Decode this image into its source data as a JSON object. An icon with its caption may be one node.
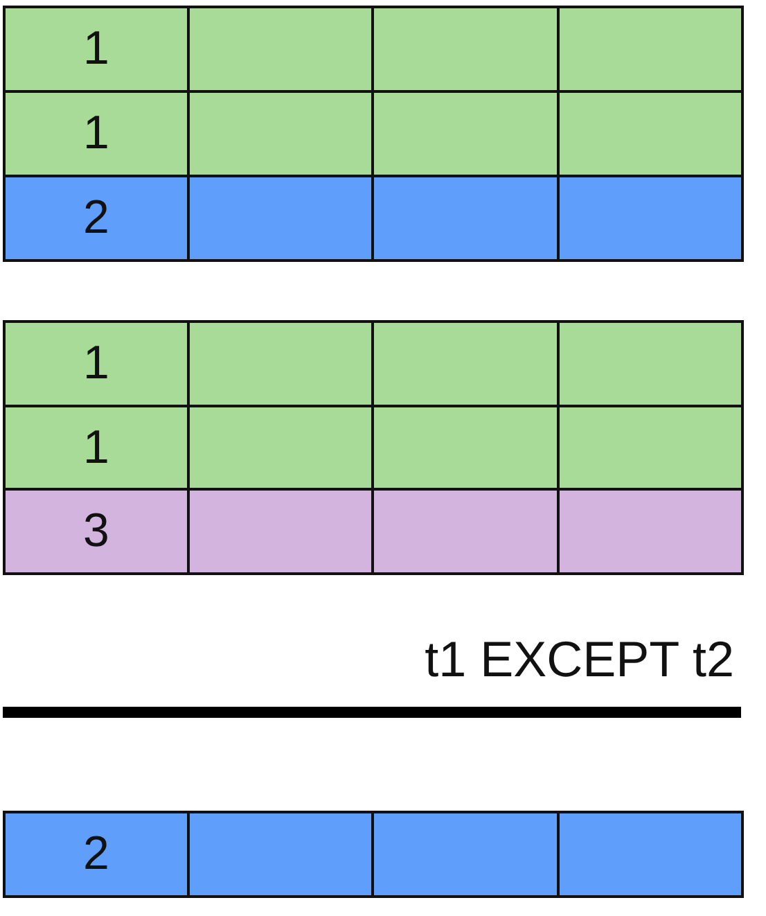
{
  "diagram": {
    "labels": [
      "1",
      "1",
      "2",
      "1",
      "1",
      "3",
      "t1 EXCEPT t2",
      "2"
    ]
  }
}
